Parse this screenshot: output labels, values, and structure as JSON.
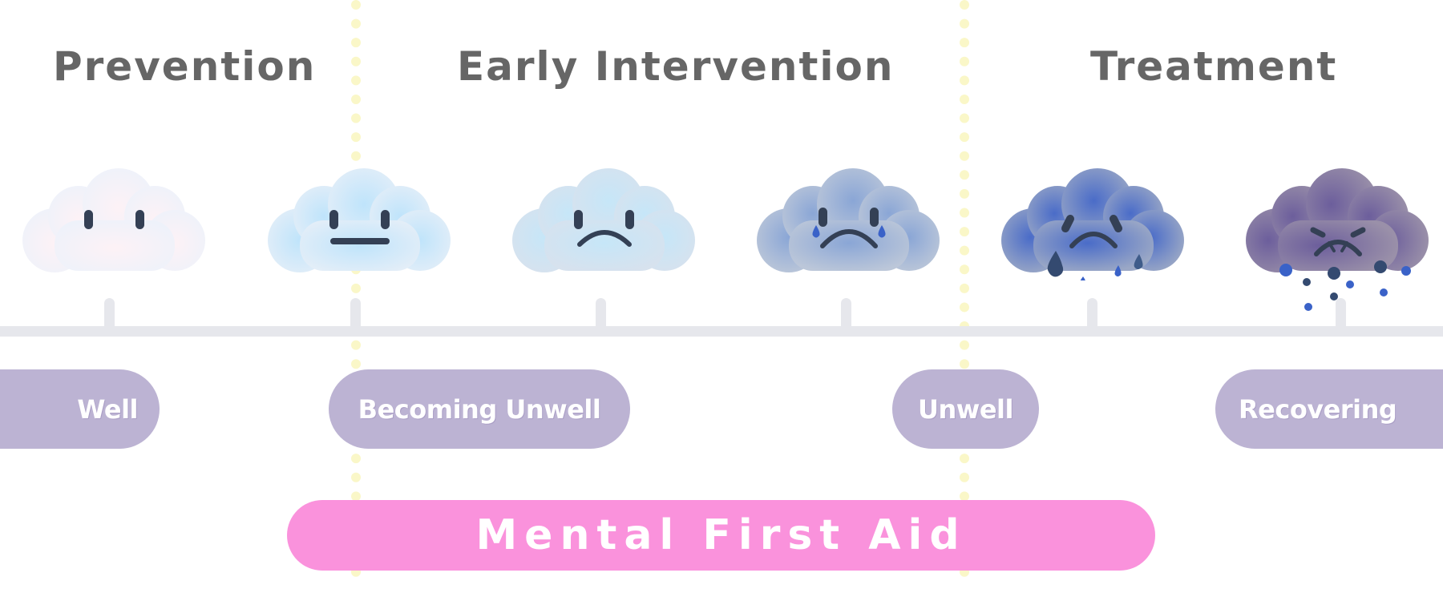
{
  "headings": {
    "prevention": "Prevention",
    "early_intervention": "Early Intervention",
    "treatment": "Treatment"
  },
  "stages": {
    "well": "Well",
    "becoming_unwell": "Becoming Unwell",
    "unwell": "Unwell",
    "recovering": "Recovering"
  },
  "banner": {
    "label": "Mental First Aid"
  },
  "clouds": [
    {
      "mood": "neutral",
      "colors": [
        "#fdf2f6",
        "#eef2fa"
      ]
    },
    {
      "mood": "flat",
      "colors": [
        "#c4e6fb",
        "#e4eef8"
      ]
    },
    {
      "mood": "sad",
      "colors": [
        "#c9e5f6",
        "#d7e2ee"
      ]
    },
    {
      "mood": "sad-tears",
      "colors": [
        "#8fa9d4",
        "#b8c4d8"
      ]
    },
    {
      "mood": "crying",
      "colors": [
        "#4f70c6",
        "#98a7c7"
      ]
    },
    {
      "mood": "storm",
      "colors": [
        "#6c5f9a",
        "#9a8fa8"
      ]
    }
  ],
  "colors": {
    "heading_text": "#666666",
    "stage_pill": "#bcb3d3",
    "banner": "#fa92dc",
    "axis": "#e6e7ec",
    "divider": "#faf7c8",
    "face": "#344055",
    "tear": "#3a62c8"
  }
}
